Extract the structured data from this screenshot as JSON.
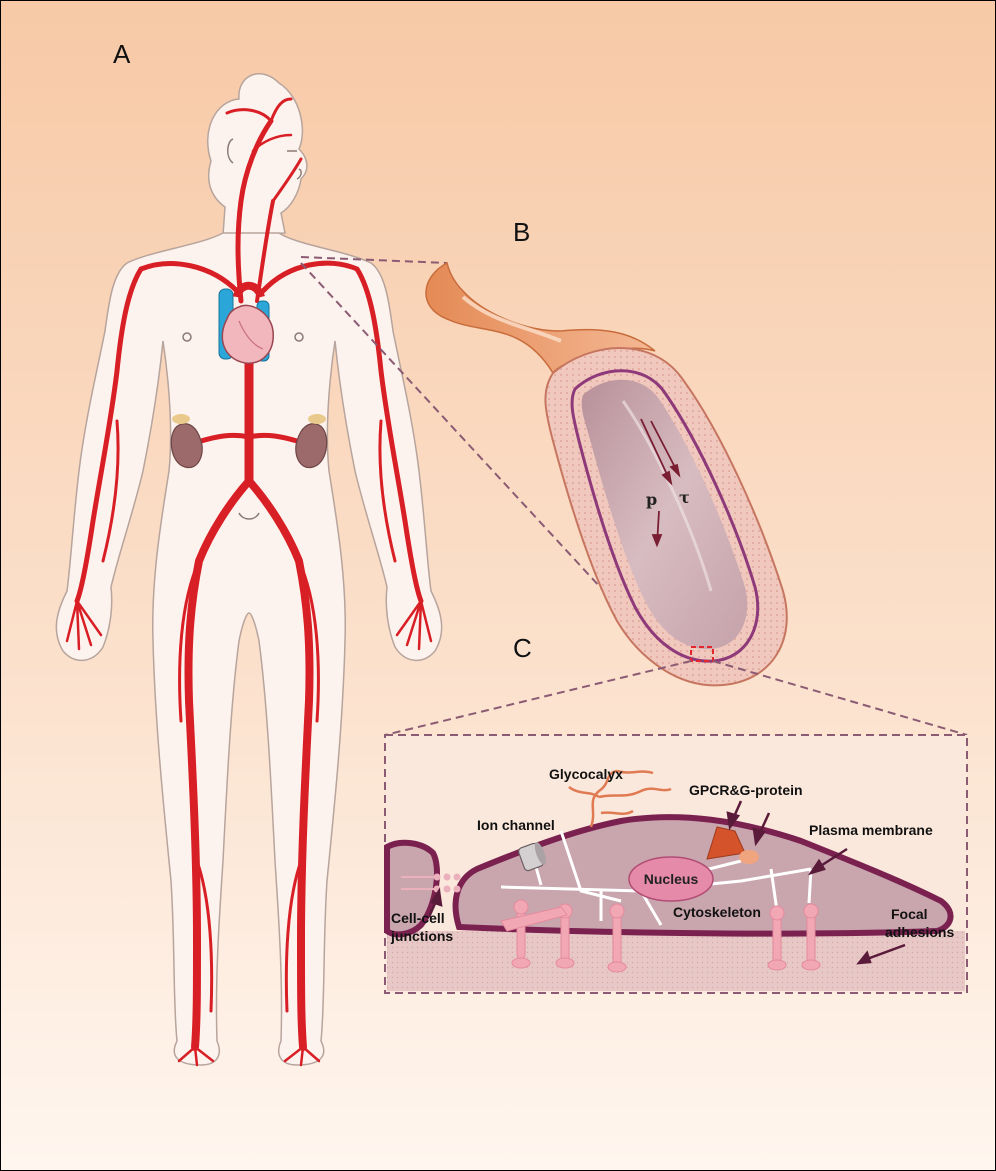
{
  "panels": {
    "a": "A",
    "b": "B",
    "c": "C"
  },
  "vessel": {
    "pressure_symbol": "p",
    "shear_symbol": "τ"
  },
  "cell_labels": {
    "glycocalyx": "Glycocalyx",
    "gpcr": "GPCR&G-protein",
    "ion_channel": "Ion channel",
    "plasma_membrane": "Plasma membrane",
    "nucleus": "Nucleus",
    "cytoskeleton": "Cytoskeleton",
    "cell_junctions_line1": "Cell-cell",
    "cell_junctions_line2": "junctions",
    "focal_adhesions_line1": "Focal",
    "focal_adhesions_line2": "adhesions"
  },
  "colors": {
    "background_top": "#f7c9a6",
    "background_bottom": "#fff6ef",
    "artery": "#d91f26",
    "vein": "#2aa7d8",
    "cell_membrane": "#7a2150",
    "cell_body": "#c9a5ae"
  }
}
